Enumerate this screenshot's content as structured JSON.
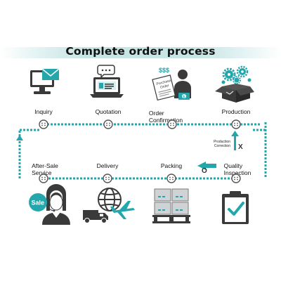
{
  "title": "Complete order process",
  "colors": {
    "teal": "#23a7ad",
    "dark": "#3a3a3a",
    "mid": "#7a7a7a",
    "light": "#cfd3d6"
  },
  "steps": [
    {
      "label": "Inquiry",
      "icon": "email-computer-icon"
    },
    {
      "label": "Quotation",
      "icon": "laptop-chat-icon"
    },
    {
      "label": "Order\nConfirmation",
      "icon": "purchase-order-icon",
      "icon_text": "Purchase\nOrder"
    },
    {
      "label": "Production",
      "icon": "gears-box-icon"
    },
    {
      "label": "Quality\nInspection",
      "icon": "clipboard-check-icon"
    },
    {
      "label": "Packing",
      "icon": "pallet-boxes-icon"
    },
    {
      "label": "Delivery",
      "icon": "globe-truck-plane-icon"
    },
    {
      "label": "After-Sale\nService",
      "icon": "sale-agent-icon",
      "icon_text": "Sale"
    }
  ],
  "production_correction": {
    "label": "Production\nCorrection",
    "pass_mark": "O",
    "fail_mark": "X"
  }
}
